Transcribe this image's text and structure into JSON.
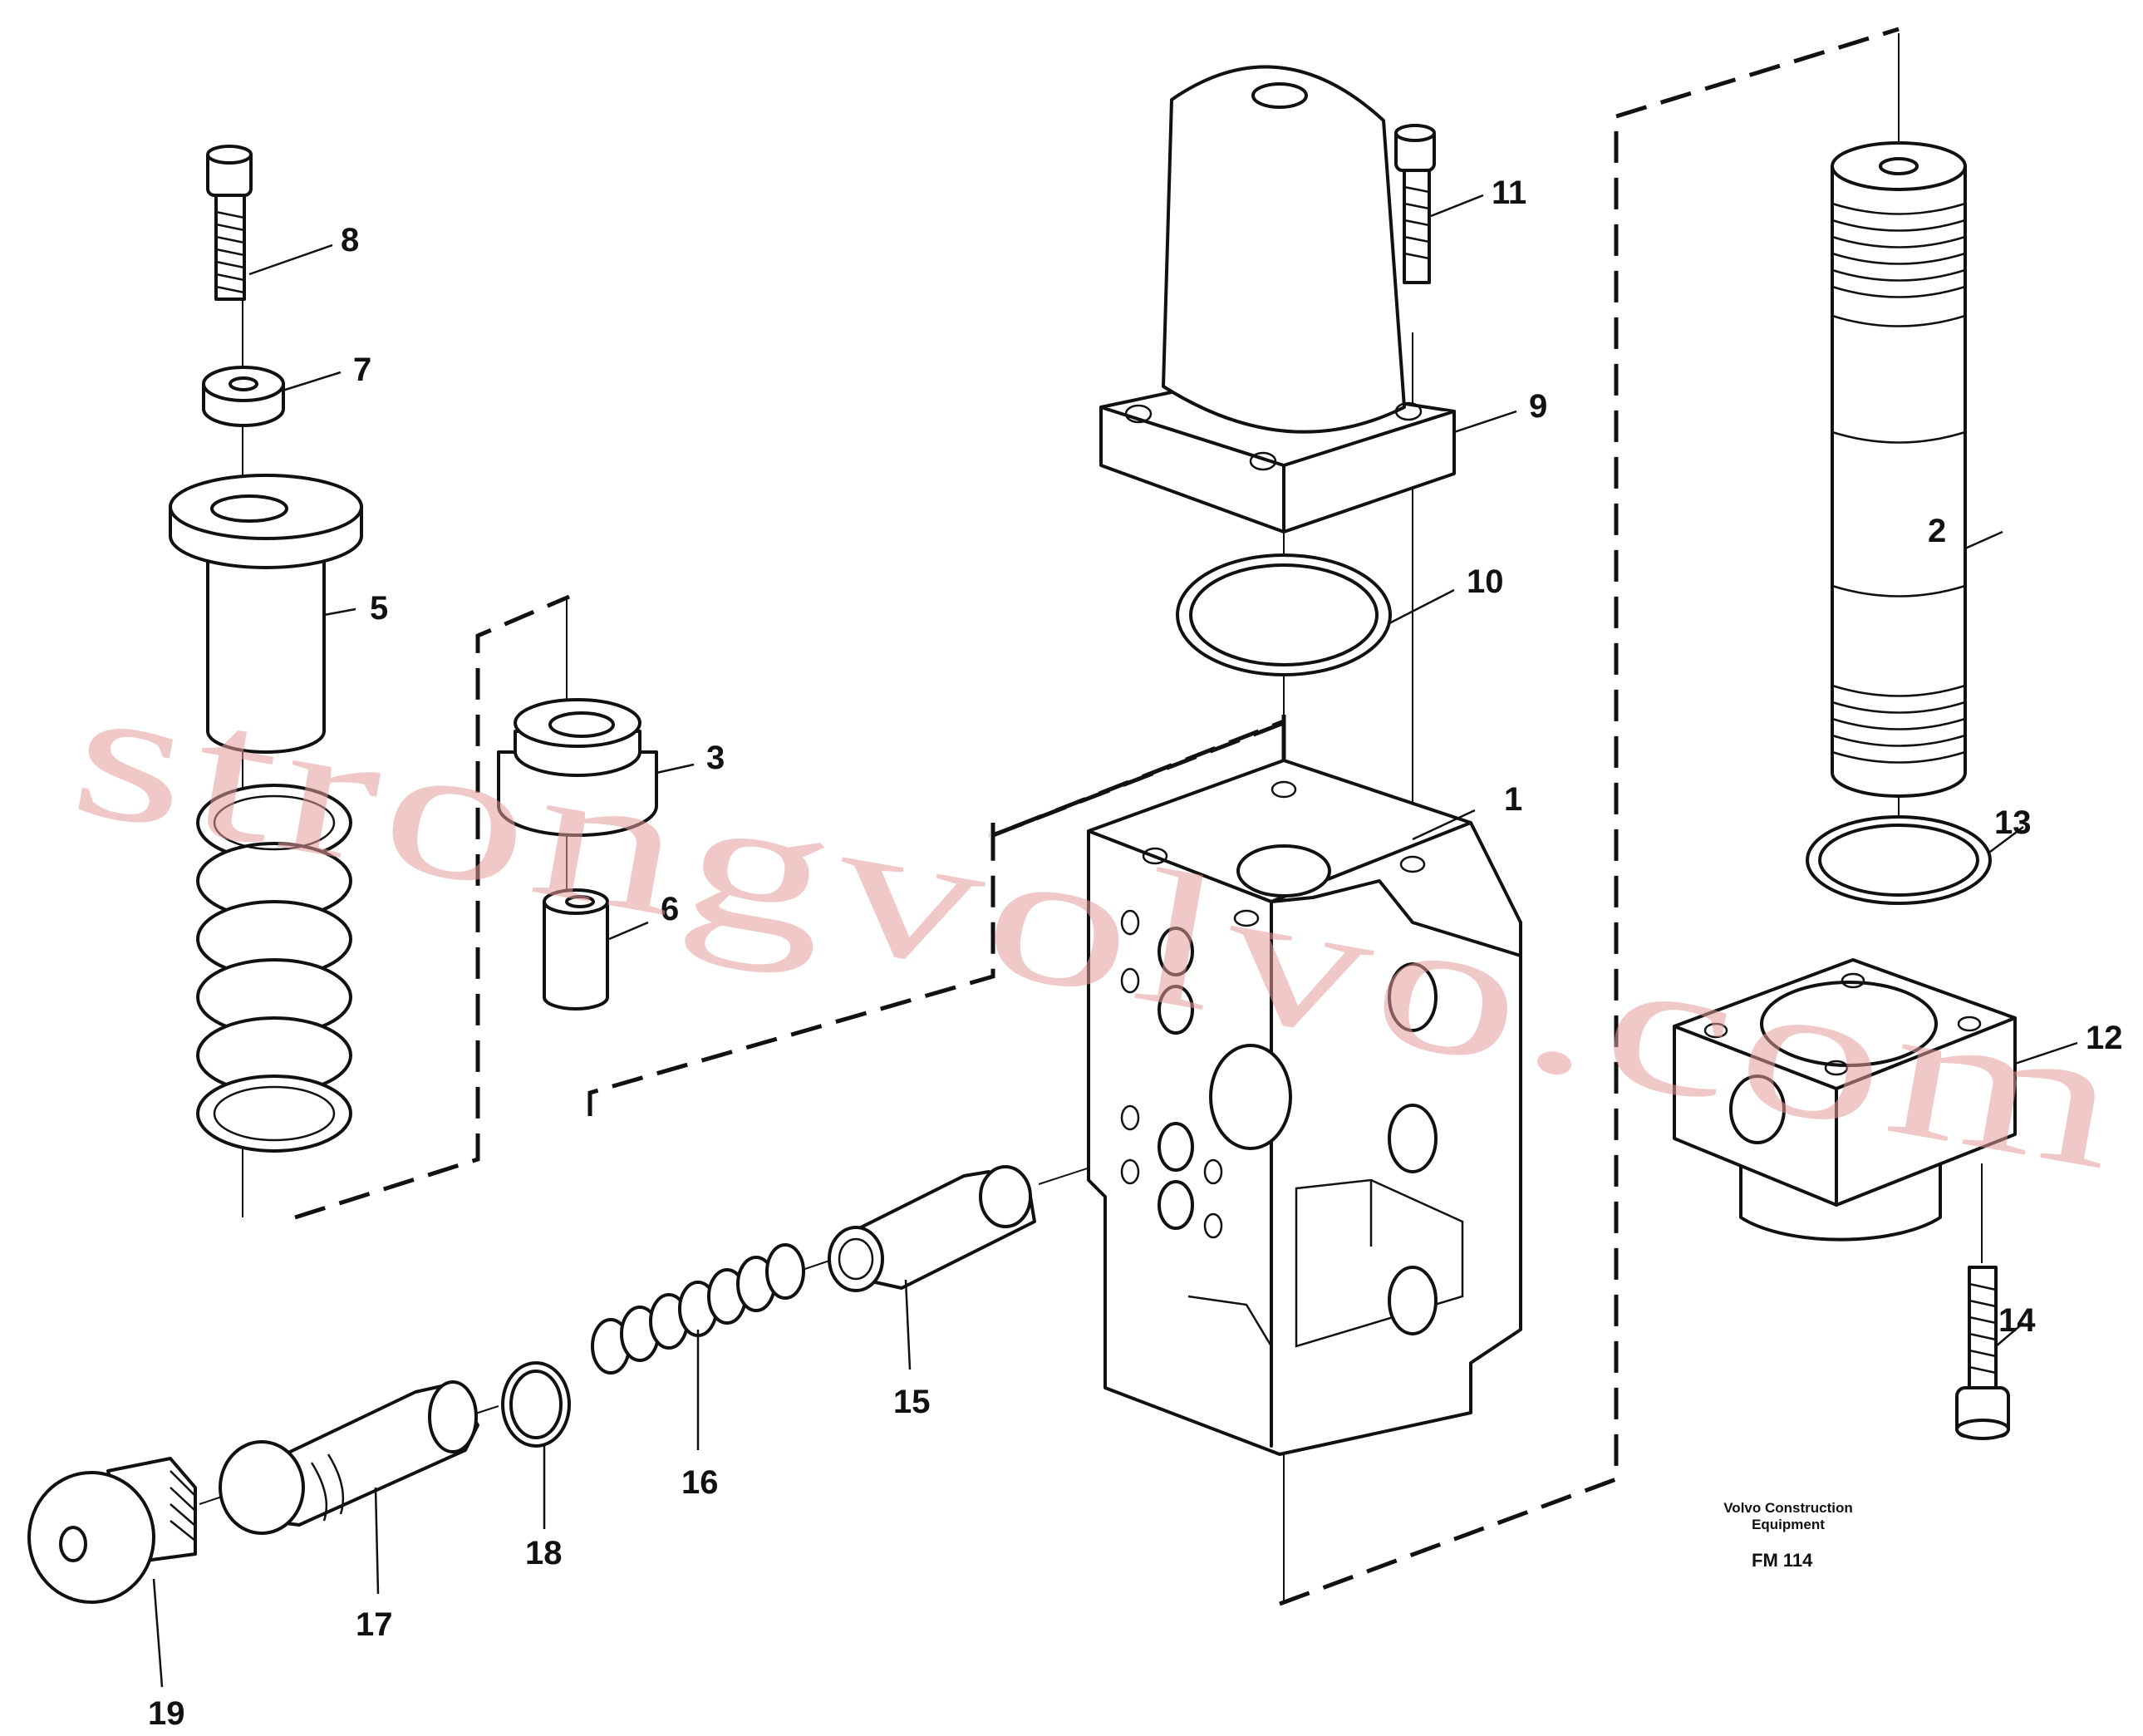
{
  "parts": [
    {
      "no": "1",
      "name": "valve-housing"
    },
    {
      "no": "2",
      "name": "valve-spool"
    },
    {
      "no": "3",
      "name": "spring-cup"
    },
    {
      "no": "5",
      "name": "spool-sleeve"
    },
    {
      "no": "6",
      "name": "pin"
    },
    {
      "no": "7",
      "name": "washer"
    },
    {
      "no": "8",
      "name": "screw-top-left"
    },
    {
      "no": "9",
      "name": "cover"
    },
    {
      "no": "10",
      "name": "o-ring-cover"
    },
    {
      "no": "11",
      "name": "screw-cover"
    },
    {
      "no": "12",
      "name": "flange"
    },
    {
      "no": "13",
      "name": "o-ring-flange"
    },
    {
      "no": "14",
      "name": "screw-flange"
    },
    {
      "no": "15",
      "name": "valve-sleeve"
    },
    {
      "no": "16",
      "name": "small-spring"
    },
    {
      "no": "17",
      "name": "piston"
    },
    {
      "no": "18",
      "name": "o-ring-plug"
    },
    {
      "no": "19",
      "name": "plug"
    }
  ],
  "footer": {
    "publisher_line1": "Volvo Construction",
    "publisher_line2": "Equipment",
    "figure_code": "FM 114"
  },
  "watermark": "strongvolvo.com",
  "colors": {
    "line": "#111111",
    "watermark": "#e39a9a",
    "background": "#ffffff"
  }
}
